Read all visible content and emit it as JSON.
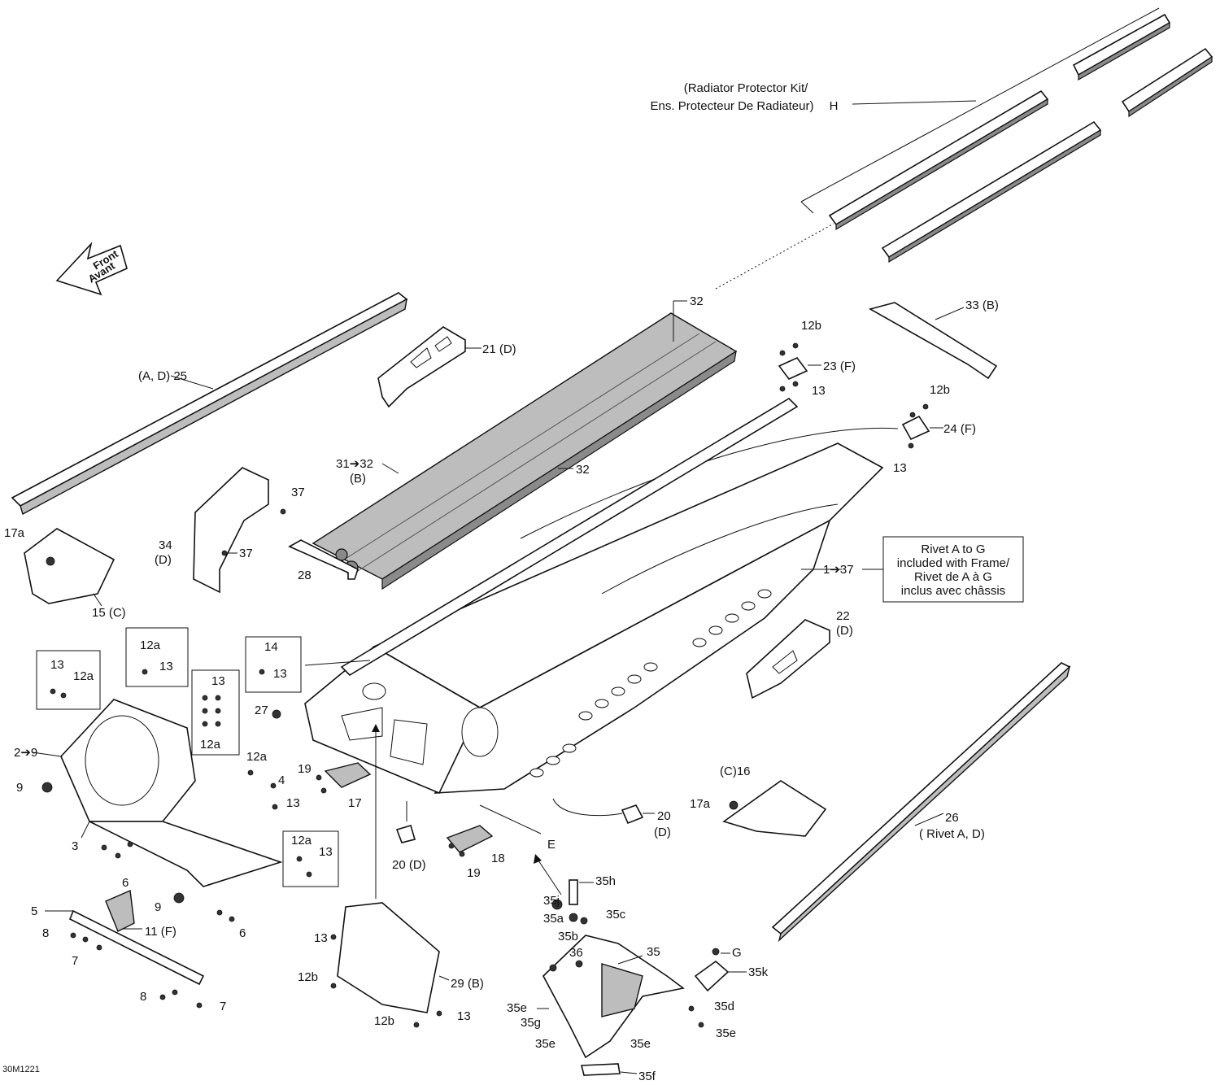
{
  "diagram_id": "30M1221",
  "direction_arrow": {
    "line1": "Front",
    "line2": "Avant"
  },
  "radiator_kit": {
    "line1": "(Radiator Protector Kit/",
    "line2": "Ens. Protecteur De Radiateur)",
    "ref": "H"
  },
  "rivet_note": {
    "line1": "Rivet A to G",
    "line2": "included with Frame/",
    "line3": "Rivet de A à G",
    "line4": "inclus avec châssis"
  },
  "callouts": {
    "p32_top": "32",
    "p33": "33 (B)",
    "p12b_a": "12b",
    "p23": "23 (F)",
    "p13_a": "13",
    "p12b_b": "12b",
    "p24": "24 (F)",
    "p13_b": "13",
    "p21": "21 (D)",
    "p25": "(A, D) 25",
    "p31": "31➔32",
    "p31b": "(B)",
    "p32_mid": "32",
    "p37_a": "37",
    "p37_b": "37",
    "p34": "34",
    "p34b": "(D)",
    "p28": "28",
    "p17a_left": "17a",
    "p15": "15 (C)",
    "p1_37": "1➔37",
    "p22": "22",
    "p22b": "(D)",
    "p12a_box1": "12a",
    "p13_box1": "13",
    "p13_box2": "13",
    "p12a_box2": "12a",
    "p13_box3": "13",
    "p12a_box3": "12a",
    "p14": "14",
    "p13_box4": "13",
    "p2_9": "2➔9",
    "p9_a": "9",
    "p27": "27",
    "p12a_loose": "12a",
    "p4": "4",
    "p13_loose": "13",
    "p19_a": "19",
    "p17": "17",
    "p3": "3",
    "p6_a": "6",
    "p12a_box5": "12a",
    "p13_box5": "13",
    "p20_left": "20 (D)",
    "p18": "18",
    "p19_b": "19",
    "pE": "E",
    "p20_right": "20",
    "p20_right_b": "(D)",
    "p16": "(C)16",
    "p17a_right": "17a",
    "p26": "26",
    "p26b": "( Rivet A, D)",
    "p9_b": "9",
    "p5": "5",
    "p11": "11 (F)",
    "p8_a": "8",
    "p7_a": "7",
    "p6_b": "6",
    "p8_b": "8",
    "p7_b": "7",
    "p13_rad": "13",
    "p12b_rad_a": "12b",
    "p29": "29 (B)",
    "p12b_rad_b": "12b",
    "p13_rad_b": "13",
    "p35h": "35h",
    "p35j": "35j",
    "p35a": "35a",
    "p35c": "35c",
    "p35b": "35b",
    "p35": "35",
    "p36": "36",
    "pG": "G",
    "p35k": "35k",
    "p35e_a": "35e",
    "p35g": "35g",
    "p35d": "35d",
    "p35e_b": "35e",
    "p35e_c": "35e",
    "p35e_d": "35e",
    "p35f": "35f"
  }
}
